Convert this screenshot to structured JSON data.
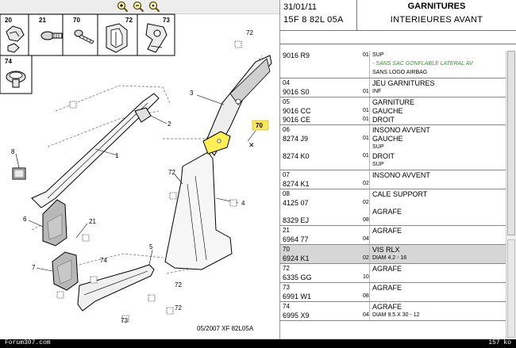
{
  "toolbar": {
    "icons": [
      "zoom-in-icon",
      "zoom-out-icon",
      "zoom-fit-icon"
    ]
  },
  "thumbnails": [
    {
      "label": "20",
      "icon": "clip-part-icon"
    },
    {
      "label": "21",
      "icon": "screw-rivet-icon"
    },
    {
      "label": "70",
      "icon": "screw-icon"
    },
    {
      "label": "72",
      "icon": "clip-bracket-icon"
    },
    {
      "label": "73",
      "icon": "hook-clip-icon"
    },
    {
      "label": "74",
      "icon": "push-button-clip-icon"
    }
  ],
  "diagram": {
    "callouts": {
      "c1": "1",
      "c2": "2",
      "c3": "3",
      "c4": "4",
      "c5": "5",
      "c6": "6",
      "c7": "7",
      "c8": "8",
      "c21": "21",
      "c72a": "72",
      "c72b": "72",
      "c72c": "72",
      "c72d": "72",
      "c73": "73",
      "c74": "74",
      "c70": "70"
    },
    "code": "05/2007  XF 82L05A"
  },
  "header": {
    "date": "31/01/11",
    "code": "15F 8 82L 05A",
    "title1": "GARNITURES",
    "title2": "INTERIEURES AVANT"
  },
  "rows": [
    {
      "item": "",
      "lines": [
        {
          "ref": "9016 R9",
          "qty": "01",
          "desc": "SUP",
          "style": "small"
        },
        {
          "ref": "",
          "qty": "",
          "desc": "- SANS SAC GONFLABLE LATERAL AV",
          "style": "small green"
        },
        {
          "ref": "",
          "qty": "",
          "desc": "SANS LOGO AIRBAG",
          "style": "small"
        }
      ]
    },
    {
      "item": "04",
      "lines": [
        {
          "ref": "",
          "qty": "",
          "desc": "JEU GARNITURES",
          "style": ""
        },
        {
          "ref": "9016 S0",
          "qty": "01",
          "desc": "INF",
          "style": "small"
        }
      ]
    },
    {
      "item": "05",
      "lines": [
        {
          "ref": "",
          "qty": "",
          "desc": "GARNITURE",
          "style": ""
        },
        {
          "ref": "9016 CC",
          "qty": "01",
          "desc": "GAUCHE",
          "style": ""
        },
        {
          "ref": "9016 CE",
          "qty": "01",
          "desc": "DROIT",
          "style": ""
        }
      ]
    },
    {
      "item": "06",
      "lines": [
        {
          "ref": "",
          "qty": "",
          "desc": "INSONO AVVENT",
          "style": ""
        },
        {
          "ref": "8274 J9",
          "qty": "01",
          "desc": "GAUCHE",
          "style": ""
        },
        {
          "ref": "",
          "qty": "",
          "desc": "SUP",
          "style": "small"
        },
        {
          "ref": "8274 K0",
          "qty": "01",
          "desc": "DROIT",
          "style": ""
        },
        {
          "ref": "",
          "qty": "",
          "desc": "SUP",
          "style": "small"
        }
      ]
    },
    {
      "item": "07",
      "lines": [
        {
          "ref": "",
          "qty": "",
          "desc": "INSONO AVVENT",
          "style": ""
        },
        {
          "ref": "8274 K1",
          "qty": "02",
          "desc": "",
          "style": ""
        }
      ]
    },
    {
      "item": "08",
      "lines": [
        {
          "ref": "",
          "qty": "",
          "desc": "CALE SUPPORT",
          "style": ""
        },
        {
          "ref": "4125 07",
          "qty": "02",
          "desc": "",
          "style": ""
        },
        {
          "ref": "",
          "qty": "",
          "desc": "AGRAFE",
          "style": ""
        },
        {
          "ref": "8329 EJ",
          "qty": "08",
          "desc": "",
          "style": ""
        }
      ]
    },
    {
      "item": "21",
      "lines": [
        {
          "ref": "",
          "qty": "",
          "desc": "AGRAFE",
          "style": ""
        },
        {
          "ref": "6964 77",
          "qty": "04",
          "desc": "",
          "style": ""
        }
      ]
    },
    {
      "item": "70",
      "selected": true,
      "lines": [
        {
          "ref": "",
          "qty": "",
          "desc": "VIS RLX",
          "style": ""
        },
        {
          "ref": "6924 K1",
          "qty": "02",
          "desc": "DIAM 4.2 - 16",
          "style": "small"
        }
      ]
    },
    {
      "item": "72",
      "lines": [
        {
          "ref": "",
          "qty": "",
          "desc": "AGRAFE",
          "style": ""
        },
        {
          "ref": "6335 GG",
          "qty": "10",
          "desc": "",
          "style": ""
        }
      ]
    },
    {
      "item": "73",
      "lines": [
        {
          "ref": "",
          "qty": "",
          "desc": "AGRAFE",
          "style": ""
        },
        {
          "ref": "6991 W1",
          "qty": "08",
          "desc": "",
          "style": ""
        }
      ]
    },
    {
      "item": "74",
      "lines": [
        {
          "ref": "",
          "qty": "",
          "desc": "AGRAFE",
          "style": ""
        },
        {
          "ref": "6995 X9",
          "qty": "04",
          "desc": "DIAM 9.5 X 30 - 12",
          "style": "small"
        }
      ]
    }
  ],
  "footer": {
    "site": "Forum307.com",
    "size": "157 ko"
  }
}
